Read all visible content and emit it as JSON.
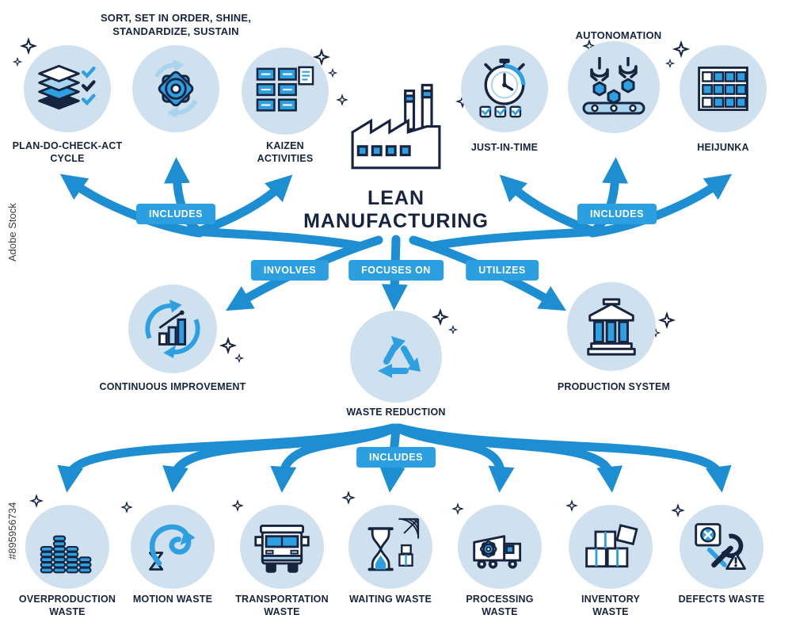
{
  "watermark": {
    "stock": "Adobe Stock",
    "id": "#895956734"
  },
  "title": "LEAN MANUFACTURING",
  "colors": {
    "navy": "#16243f",
    "arrow_blue": "#1e8ed3",
    "badge_blue": "#2b9fe0",
    "accent_blue": "#2e9fe0",
    "light_blue": "#a8d4ee",
    "circle_fill": "#cfe1ef"
  },
  "headings": {
    "five_s": "SORT, SET IN ORDER, SHINE, STANDARDIZE, SUSTAIN",
    "autonomation": "AUTONOMATION"
  },
  "badges": {
    "includes_left": "INCLUDES",
    "includes_right": "INCLUDES",
    "involves": "INVOLVES",
    "focuses_on": "FOCUSES ON",
    "utilizes": "UTILIZES",
    "includes_bottom": "INCLUDES"
  },
  "nodes": {
    "pdca": {
      "label": "PLAN-DO-CHECK-ACT CYCLE",
      "icon": "pdca-layers-icon"
    },
    "five_s": {
      "icon": "five-s-gear-icon"
    },
    "kaizen": {
      "label": "KAIZEN ACTIVITIES",
      "icon": "kaizen-boards-icon"
    },
    "just_in_time": {
      "label": "JUST-IN-TIME",
      "icon": "stopwatch-icon"
    },
    "autonomation": {
      "icon": "robotic-arms-icon"
    },
    "heijunka": {
      "label": "HEIJUNKA",
      "icon": "leveling-grid-icon"
    },
    "continuous_improvement": {
      "label": "CONTINUOUS IMPROVEMENT",
      "icon": "improvement-chart-icon"
    },
    "waste_reduction": {
      "label": "WASTE REDUCTION",
      "icon": "recycle-icon"
    },
    "production_system": {
      "label": "PRODUCTION SYSTEM",
      "icon": "production-building-icon"
    }
  },
  "wastes": [
    {
      "label": "OVERPRODUCTION WASTE",
      "icon": "stacked-goods-icon"
    },
    {
      "label": "MOTION WASTE",
      "icon": "motion-swirl-icon"
    },
    {
      "label": "TRANSPORTATION WASTE",
      "icon": "truck-icon"
    },
    {
      "label": "WAITING WASTE",
      "icon": "hourglass-web-icon"
    },
    {
      "label": "PROCESSING WASTE",
      "icon": "garbage-truck-icon"
    },
    {
      "label": "INVENTORY WASTE",
      "icon": "boxes-icon"
    },
    {
      "label": "DEFECTS WASTE",
      "icon": "defect-tools-icon"
    }
  ]
}
